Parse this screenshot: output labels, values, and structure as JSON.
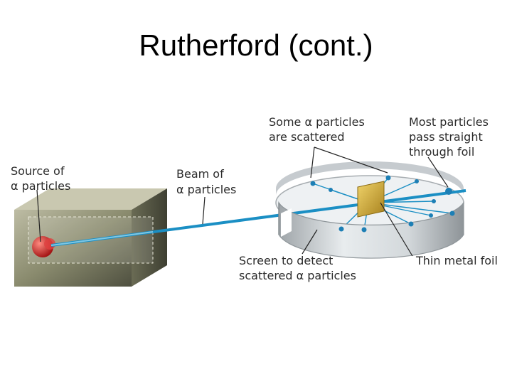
{
  "slide": {
    "title": "Rutherford (cont.)"
  },
  "diagram": {
    "labels": {
      "source_line1": "Source of",
      "source_line2": "α particles",
      "beam_line1": "Beam of",
      "beam_line2": "α particles",
      "scattered_line1": "Some α particles",
      "scattered_line2": "are scattered",
      "straight_line1": "Most particles",
      "straight_line2": "pass straight",
      "straight_line3": "through foil",
      "screen_line1": "Screen to detect",
      "screen_line2": "scattered α particles",
      "foil": "Thin metal foil"
    },
    "colors": {
      "beam": "#1b8fc4",
      "box": "#8a8b6e",
      "source": "#d02020",
      "foil": "#d9b23a",
      "screen": "#c9ced2",
      "dot": "#1d7fb5"
    }
  }
}
